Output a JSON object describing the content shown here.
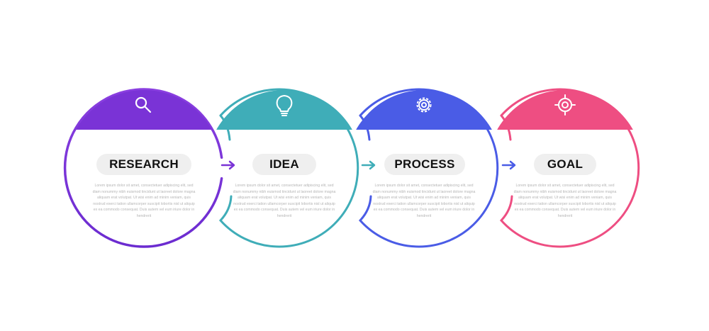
{
  "colors": {
    "purple": "#7A33D6",
    "teal": "#3FADB8",
    "blue": "#4A5CE6",
    "pink": "#EE4E82",
    "label_bg": "#efefef"
  },
  "steps": [
    {
      "label": "RESEARCH",
      "icon": "magnifier-icon",
      "color": "#7A33D6",
      "body": "Lorem ipsum dolor sit amet, consectetuer adipiscing elit, sed diam nonummy nibh euismod tincidunt ut laoreet dolore magna aliquam erat volutpat. Ut wisi enim ad minim veniam, quis nostrud exerci tation ullamcorper suscipit lobortis nisl ut aliquip ex ea commodo consequat. Duis autem vel eum iriure dolor in hendrerit"
    },
    {
      "label": "IDEA",
      "icon": "lightbulb-icon",
      "color": "#3FADB8",
      "body": "Lorem ipsum dolor sit amet, consectetuer adipiscing elit, sed diam nonummy nibh euismod tincidunt ut laoreet dolore magna aliquam erat volutpat. Ut wisi enim ad minim veniam, quis nostrud exerci tation ullamcorper suscipit lobortis nisl ut aliquip ex ea commodo consequat. Duis autem vel eum iriure dolor in hendrerit"
    },
    {
      "label": "PROCESS",
      "icon": "gear-icon",
      "color": "#4A5CE6",
      "body": "Lorem ipsum dolor sit amet, consectetuer adipiscing elit, sed diam nonummy nibh euismod tincidunt ut laoreet dolore magna aliquam erat volutpat. Ut wisi enim ad minim veniam, quis nostrud exerci tation ullamcorper suscipit lobortis nisl ut aliquip ex ea commodo consequat. Duis autem vel eum iriure dolor in hendrerit"
    },
    {
      "label": "GOAL",
      "icon": "target-icon",
      "color": "#EE4E82",
      "body": "Lorem ipsum dolor sit amet, consectetuer adipiscing elit, sed diam nonummy nibh euismod tincidunt ut laoreet dolore magna aliquam erat volutpat. Ut wisi enim ad minim veniam, quis nostrud exerci tation ullamcorper suscipit lobortis nisl ut aliquip ex ea commodo consequat. Duis autem vel eum iriure dolor in hendrerit"
    }
  ],
  "stock_id": "338147503"
}
